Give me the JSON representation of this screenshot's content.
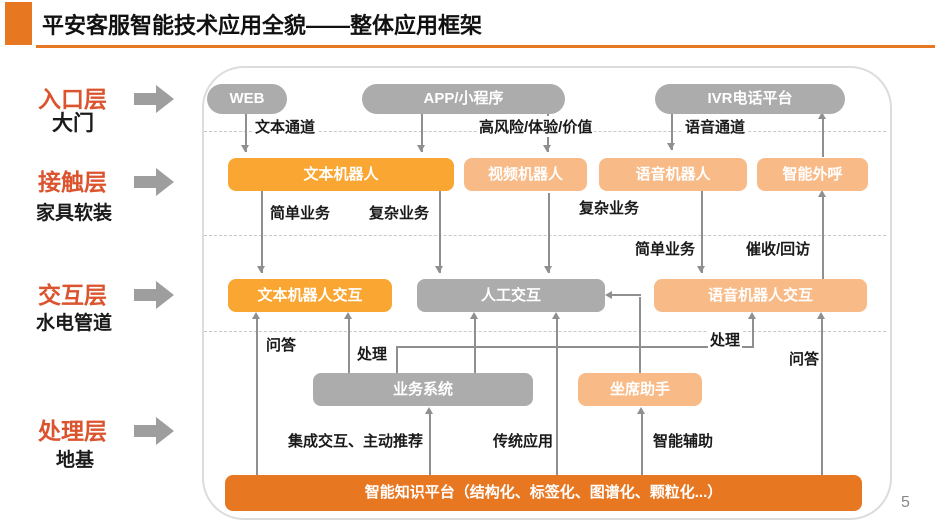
{
  "header": {
    "title": "平安客服智能技术应用全貌——整体应用框架"
  },
  "layers": [
    {
      "name": "入口层",
      "metaphor": "大门"
    },
    {
      "name": "接触层",
      "metaphor": "家具软装"
    },
    {
      "name": "交互层",
      "metaphor": "水电管道"
    },
    {
      "name": "处理层",
      "metaphor": "地基"
    }
  ],
  "channels": {
    "web": "WEB",
    "app": "APP/小程序",
    "ivr": "IVR电话平台"
  },
  "nodes": {
    "text_robot": "文本机器人",
    "video_robot": "视频机器人",
    "voice_robot": "语音机器人",
    "smart_outbound": "智能外呼",
    "text_robot_interaction": "文本机器人交互",
    "manual_interaction": "人工交互",
    "voice_robot_interaction": "语音机器人交互",
    "business_system": "业务系统",
    "agent_assistant": "坐席助手",
    "knowledge_platform": "智能知识平台（结构化、标签化、图谱化、颗粒化...）"
  },
  "edge_labels": {
    "text_channel": "文本通道",
    "high_risk_value": "高风险/体验/价值",
    "voice_channel": "语音通道",
    "simple_biz_left": "简单业务",
    "complex_biz_left": "复杂业务",
    "complex_biz_mid": "复杂业务",
    "simple_biz_right": "简单业务",
    "collection_callback": "催收/回访",
    "qa_left": "问答",
    "handle_left": "处理",
    "handle_right": "处理",
    "qa_right": "问答",
    "integrated_push": "集成交互、主动推荐",
    "traditional_app": "传统应用",
    "smart_assist": "智能辅助"
  },
  "colors": {
    "accent_orange": "#E87722",
    "bright_orange": "#F9A633",
    "light_orange": "#F8BB88",
    "node_gray": "#ACACAC",
    "layer_title_red": "#DB542E",
    "line_gray": "#8F8F8F"
  },
  "page_number": "5"
}
